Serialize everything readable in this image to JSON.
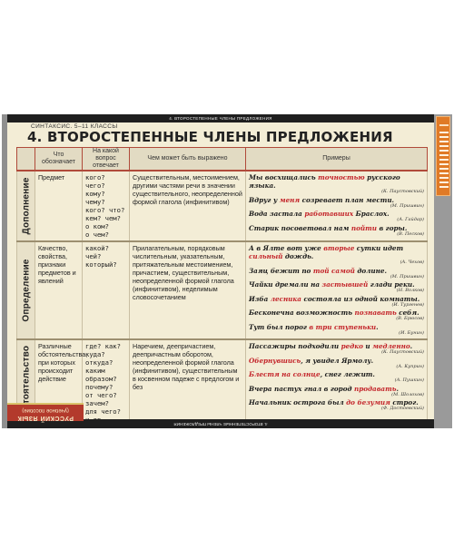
{
  "header": {
    "subject": "СИНТАКСИС. 5–11 КЛАССЫ",
    "top_strip": "4. ВТОРОСТЕПЕННЫЕ ЧЛЕНЫ ПРЕДЛОЖЕНИЯ",
    "title": "4. ВТОРОСТЕПЕННЫЕ ЧЛЕНЫ ПРЕДЛОЖЕНИЯ",
    "bottom_strip": "4. ВТОРОСТЕПЕННЫЕ ЧЛЕНЫ ПРЕДЛОЖЕНИЯ"
  },
  "columns": {
    "means": "Что обозначает",
    "question": "На какой вопрос отвечает",
    "expressed": "Чем может быть выражено",
    "examples": "Примеры"
  },
  "side_tag": {
    "line1": "РУССКИЙ ЯЗЫК",
    "line2": "(учебное пособие)"
  },
  "rows": [
    {
      "label": "Дополнение",
      "means": "Предмет",
      "questions": [
        "кого?",
        "чего?",
        "кому?",
        "чему?",
        "кого? что?",
        "кем? чем?",
        "о ком?",
        "о чем?"
      ],
      "expressed": "Существительным, местоимением, другими частями речи в значении существительного, неопределенной формой глагола (инфинитивом)",
      "examples": [
        {
          "pre": "Мы восхищались ",
          "hl": "точностью",
          "post": " русского языка.",
          "author": "(К. Паустовский)"
        },
        {
          "pre": "Вдруг у ",
          "hl": "меня",
          "post": " созревает план мести.",
          "author": "(М. Пришвин)"
        },
        {
          "pre": "Вода застала ",
          "hl": "работавших",
          "post": " Браслох.",
          "author": "(А. Гайдар)"
        },
        {
          "pre": "Старик посоветовал нам ",
          "hl": "пойти",
          "post": " в горы.",
          "author": "(В. Песков)"
        }
      ]
    },
    {
      "label": "Определение",
      "means": "Качество, свойства, признаки предметов и явлений",
      "questions": [
        "какой?",
        "чей?",
        "который?"
      ],
      "expressed": "Прилагательным, порядковым числительным, указательным, притяжательным местоимением, причастием, существительным, неопределенной формой глагола (инфинитивом), неделимым словосочетанием",
      "examples": [
        {
          "pre": "А в Ялте вот уже ",
          "hl": "вторые",
          "post": " сутки идет",
          "author": ""
        },
        {
          "pre": "",
          "hl": "сильный",
          "post": " дождь.",
          "author": "(А. Чехов)"
        },
        {
          "pre": "Заяц бежит по ",
          "hl": "той самой",
          "post": " долине.",
          "author": "(М. Пришвин)"
        },
        {
          "pre": "Чайки дремали на ",
          "hl": "застывшей",
          "post": " глади реки.",
          "author": "(Н. Волков)"
        },
        {
          "pre": "Изба ",
          "hl": "лесника",
          "post": " состояла из одной комнаты.",
          "author": "(И. Тургенев)"
        },
        {
          "pre": "Бесконечна возможность ",
          "hl": "познавать",
          "post": " себя.",
          "author": "(В. Брюсов)"
        },
        {
          "pre": "Тут был порог ",
          "hl": "в три ступеньки",
          "post": ".",
          "author": "(И. Бунин)"
        }
      ]
    },
    {
      "label": "Обстоятельство",
      "means": "Различные обстоятельства, при которых происходит действие",
      "questions": [
        "где? как?",
        "куда?",
        "откуда?",
        "каким",
        "образом?",
        "почему?",
        "от чего?",
        "зачем?",
        "для чего?",
        "и др."
      ],
      "expressed": "Наречием, деепричастием, деепричастным оборотом, неопределенной формой глагола (инфинитивом), существительным в косвенном падеже с предлогом и без",
      "examples": [
        {
          "pre": "Пассажиры подходили ",
          "hl": "редко",
          "post": " и ",
          "hl2": "медленно",
          "post2": ".",
          "author": "(К. Паустовский)"
        },
        {
          "pre": "",
          "hl": "Обернувшись",
          "post": ", я увидел Ярмолу.",
          "author": "(А. Куприн)"
        },
        {
          "pre": "",
          "hl": "Блестя на солнце",
          "post": ", снег лежит.",
          "author": "(А. Пушкин)"
        },
        {
          "pre": "Вчера пастух гнал в город ",
          "hl": "продавать",
          "post": ".",
          "author": "(М. Шолохов)"
        },
        {
          "pre": "Начальник острога был ",
          "hl": "до безумия",
          "post": " строг.",
          "author": "(Ф. Достоевский)"
        }
      ]
    }
  ]
}
